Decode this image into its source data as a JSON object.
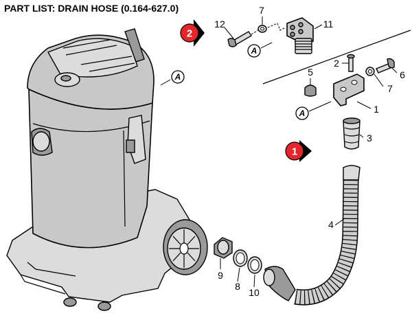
{
  "title": "PART LIST: DRAIN HOSE (0.164-627.0)",
  "colors": {
    "marker": "#e3262c",
    "marker_outline": "#000000",
    "part_fill": "#c8c8c8"
  },
  "markers": [
    {
      "id": "marker-2",
      "label": "2"
    },
    {
      "id": "marker-1",
      "label": "1"
    }
  ],
  "reference_letter": "A",
  "part_numbers": {
    "p12": "12",
    "p7a": "7",
    "p11": "11",
    "p2": "2",
    "p6": "6",
    "p5": "5",
    "p7b": "7",
    "p1": "1",
    "p3": "3",
    "p4": "4",
    "p9": "9",
    "p8": "8",
    "p10": "10"
  }
}
